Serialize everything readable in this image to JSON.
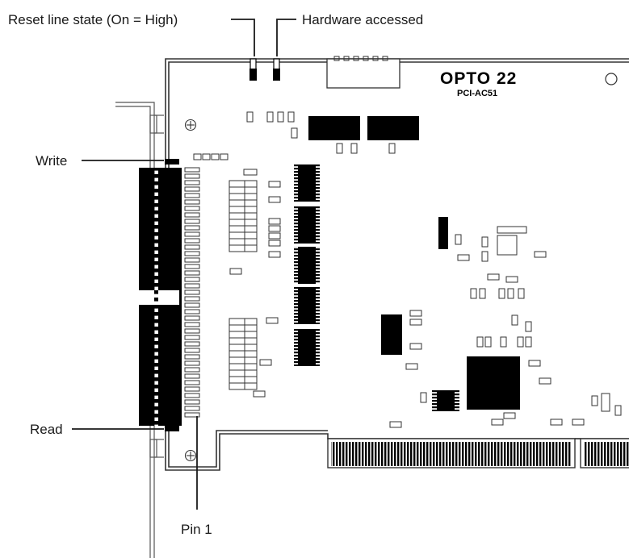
{
  "brand": {
    "name": "OPTO 22",
    "model": "PCI-AC51"
  },
  "callouts": {
    "reset": "Reset line state (On = High)",
    "hardware": "Hardware accessed",
    "write": "Write",
    "read": "Read",
    "pin1": "Pin 1"
  },
  "colors": {
    "ink": "#000000",
    "line": "#1a1a1a",
    "board": "#ffffff"
  }
}
